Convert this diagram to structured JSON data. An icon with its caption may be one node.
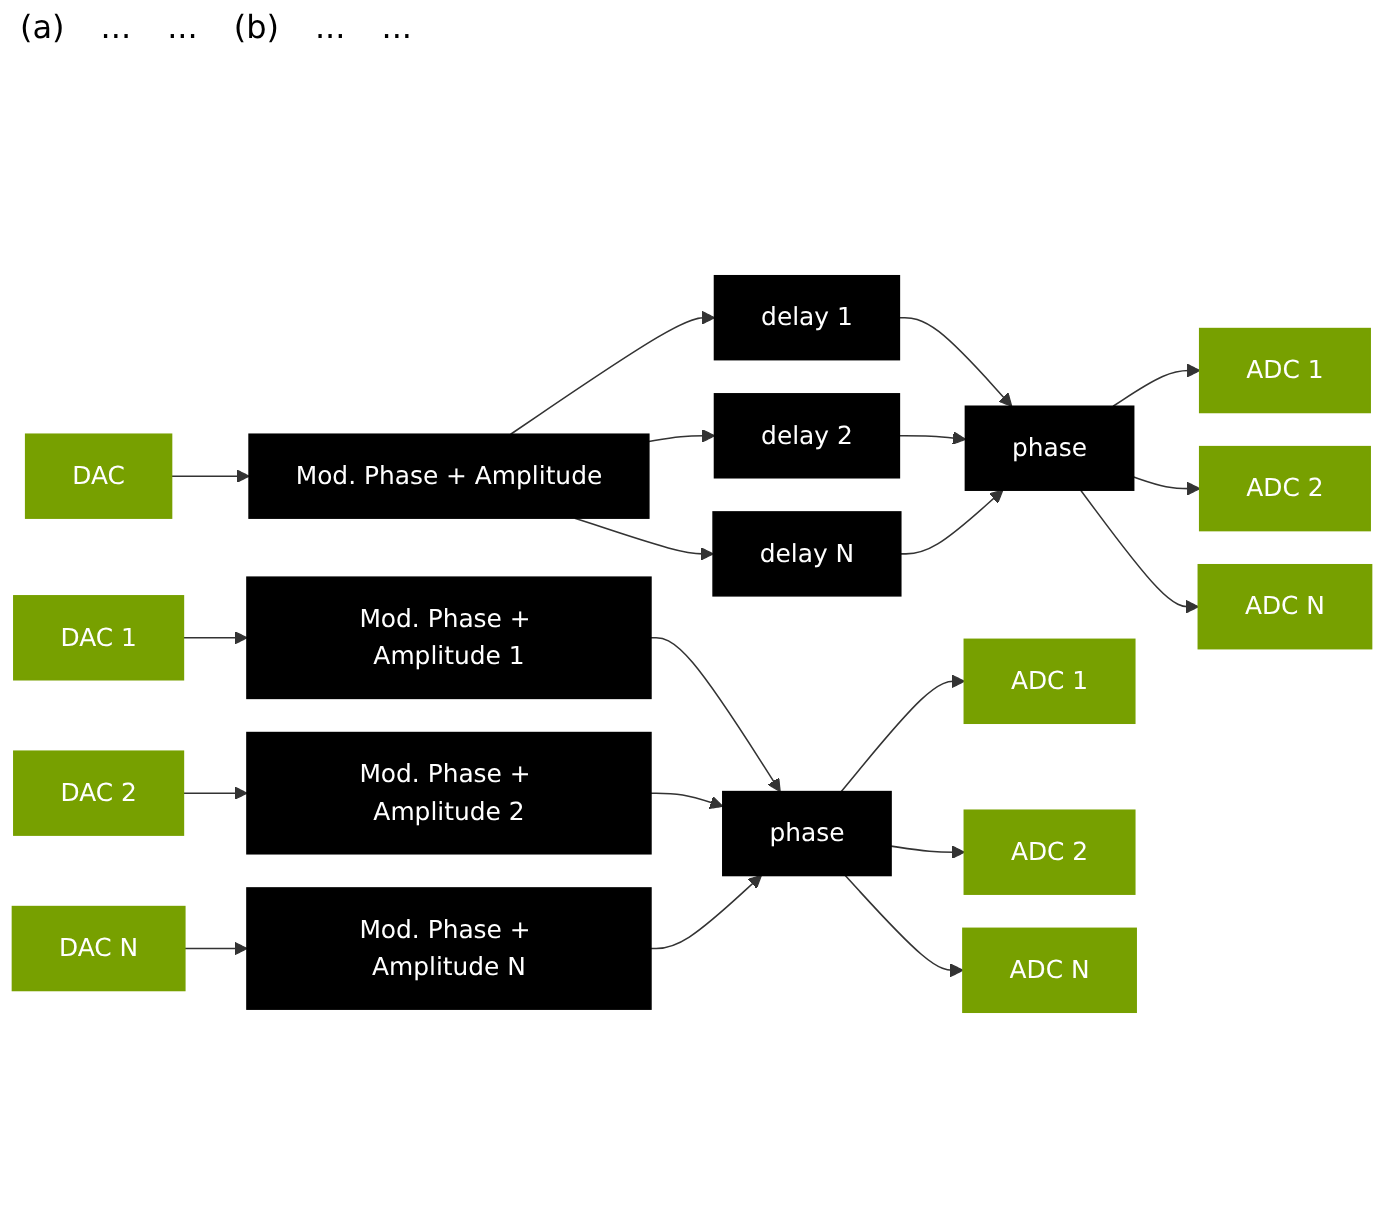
{
  "diagram": {
    "nodes": [
      {
        "text": [
          "DAC"
        ]
      },
      {
        "text": [
          "Mod. Phase + Amplitude"
        ]
      },
      {
        "text": [
          "delay 1"
        ]
      },
      {
        "text": [
          "delay 2"
        ]
      },
      {
        "text": [
          "delay N"
        ]
      },
      {
        "text": [
          "phase"
        ]
      },
      {
        "text": [
          "ADC 1"
        ]
      },
      {
        "text": [
          "ADC 2"
        ]
      },
      {
        "text": [
          "ADC N"
        ]
      },
      {
        "text": [
          "DAC 1"
        ]
      },
      {
        "text": [
          "Mod. Phase + Amplitude 1"
        ]
      },
      {
        "text": [
          "DAC 2"
        ]
      },
      {
        "text": [
          "Mod. Phase + Amplitude 2"
        ]
      },
      {
        "text": [
          "DAC N"
        ]
      },
      {
        "text": [
          "Mod. Phase + Amplitude N"
        ]
      },
      {
        "text": [
          "phase"
        ]
      },
      {
        "text": [
          "ADC 1"
        ]
      },
      {
        "text": [
          "ADC 2"
        ]
      },
      {
        "text": [
          "ADC N"
        ]
      }
    ],
    "edges": [
      {
        "from": 0,
        "to": 1,
        "arrow": "to"
      },
      {
        "from": 1,
        "to": 2,
        "arrow": "to"
      },
      {
        "from": 1,
        "to": 3,
        "arrow": "to"
      },
      {
        "from": 1,
        "to": 4,
        "arrow": "to"
      },
      {
        "from": 2,
        "to": 5,
        "arrow": "to"
      },
      {
        "from": 3,
        "to": 5,
        "arrow": "to"
      },
      {
        "from": 4,
        "to": 5,
        "arrow": "to"
      },
      {
        "from": 5,
        "to": 6,
        "arrow": "to"
      },
      {
        "from": 5,
        "to": 7,
        "arrow": "to"
      },
      {
        "from": 5,
        "to": 8,
        "arrow": "to"
      },
      {
        "from": 9,
        "to": 10,
        "arrow": "to"
      },
      {
        "from": 11,
        "to": 12,
        "arrow": "to"
      },
      {
        "from": 13,
        "to": 14,
        "arrow": "to"
      },
      {
        "from": 10,
        "to": 15,
        "arrow": "to"
      },
      {
        "from": 12,
        "to": 15,
        "arrow": "to"
      },
      {
        "from": 14,
        "to": 15,
        "arrow": "to"
      },
      {
        "from": 15,
        "to": 16,
        "arrow": "to"
      },
      {
        "from": 15,
        "to": 17,
        "arrow": "to"
      },
      {
        "from": 15,
        "to": 18,
        "arrow": "to"
      }
    ],
    "labels": [
      "(a)",
      "...",
      "...",
      "(b)",
      "...",
      "..."
    ]
  }
}
